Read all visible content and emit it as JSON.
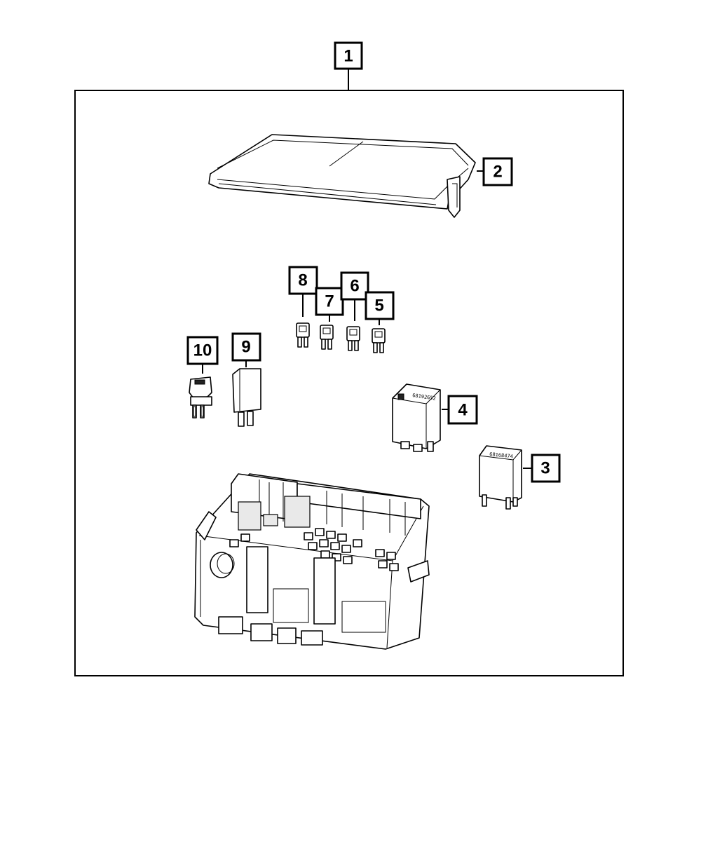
{
  "diagram": {
    "callouts": [
      {
        "id": "callout-1",
        "label": "1"
      },
      {
        "id": "callout-2",
        "label": "2"
      },
      {
        "id": "callout-3",
        "label": "3"
      },
      {
        "id": "callout-4",
        "label": "4"
      },
      {
        "id": "callout-5",
        "label": "5"
      },
      {
        "id": "callout-6",
        "label": "6"
      },
      {
        "id": "callout-7",
        "label": "7"
      },
      {
        "id": "callout-8",
        "label": "8"
      },
      {
        "id": "callout-9",
        "label": "9"
      },
      {
        "id": "callout-10",
        "label": "10"
      }
    ],
    "parts": {
      "relay_4_marking": "68192652",
      "relay_3_marking": "68168474"
    },
    "colors": {
      "line": "#000000",
      "background": "#ffffff"
    }
  }
}
